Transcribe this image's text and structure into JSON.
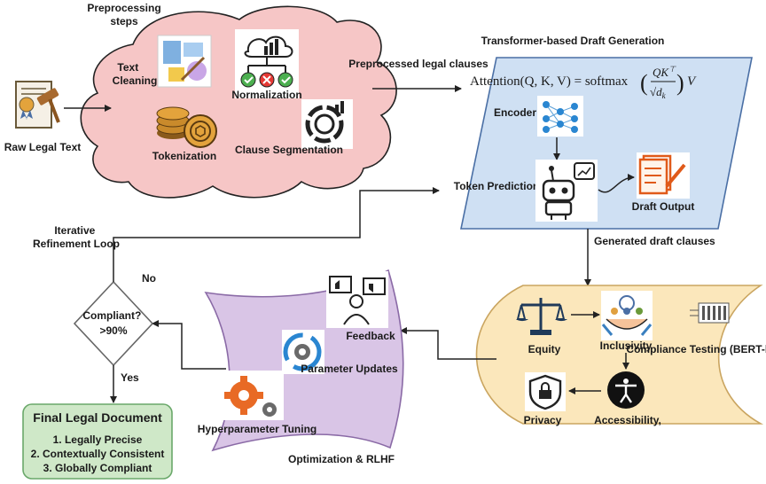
{
  "input": {
    "label": "Raw Legal Text"
  },
  "preprocessing": {
    "title": "Preprocessing steps",
    "steps": [
      "Text Cleaning",
      "Normalization",
      "Tokenization",
      "Clause Segmentation"
    ]
  },
  "flows": {
    "preprocessed": "Preprocessed legal clauses",
    "generated": "Generated draft clauses"
  },
  "transformer": {
    "title": "Transformer-based Draft Generation",
    "formula_lhs": "Attention(Q, K, V) = softmax",
    "encoder": "Encoder",
    "token_prediction": "Token Prediction",
    "draft_output": "Draft Output"
  },
  "compliance": {
    "title": "Compliance Testing (BERT-based)",
    "items": [
      "Equity",
      "Inclusivity",
      "Privacy",
      "Accessibility,"
    ]
  },
  "optimization": {
    "title": "Optimization & RLHF",
    "items": [
      "Feedback",
      "Parameter Updates",
      "Hyperparameter Tuning"
    ]
  },
  "decision": {
    "question": "Compliant?",
    "threshold": ">90%",
    "no": "No",
    "yes": "Yes",
    "loop": "Iterative Refinement Loop"
  },
  "final": {
    "title": "Final Legal Document",
    "items": [
      "1. Legally Precise",
      "2. Contextually Consistent",
      "3. Globally Compliant"
    ]
  }
}
